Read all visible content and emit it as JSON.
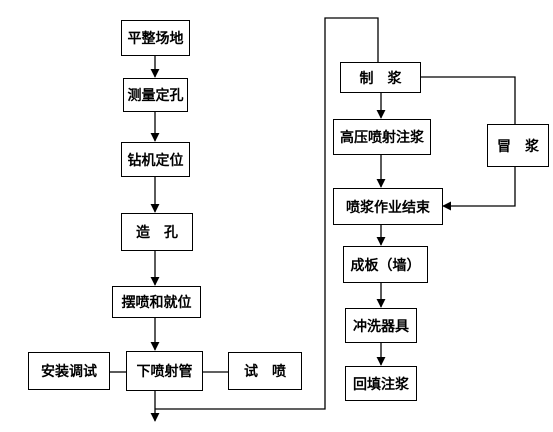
{
  "diagram": {
    "nodes": {
      "level_site": "平整场地",
      "survey_hole": "测量定孔",
      "drill_position": "钻机定位",
      "make_hole": "造　孔",
      "swing_spray_position": "摆喷和就位",
      "lower_spray_pipe": "下喷射管",
      "install_debug": "安装调试",
      "trial_spray": "试　喷",
      "mix_grout": "制　浆",
      "hp_jet_grout": "高压喷射注浆",
      "grout_return": "冒　浆",
      "grout_end": "喷浆作业结束",
      "form_wall": "成板（墙）",
      "flush_equipment": "冲洗器具",
      "backfill_grout": "回填注浆"
    },
    "colors": {
      "stroke": "#000000",
      "fill": "#ffffff",
      "text": "#000000"
    }
  }
}
